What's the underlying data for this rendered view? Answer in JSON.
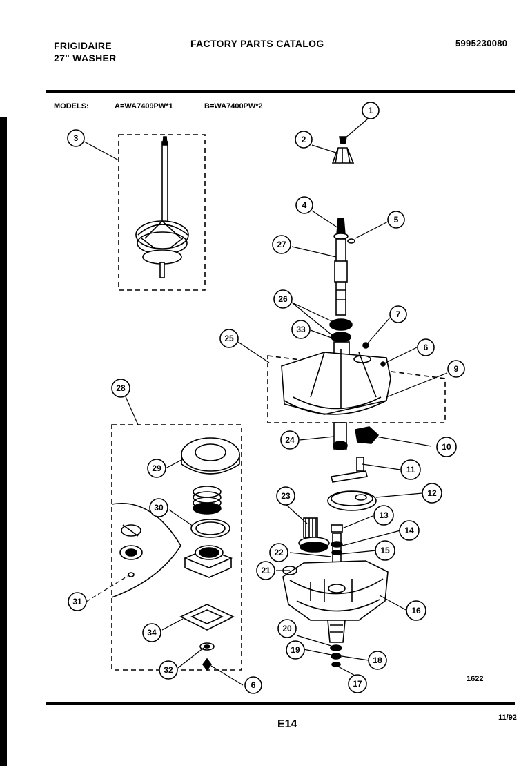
{
  "header": {
    "brand": "FRIGIDAIRE",
    "model_type": "27\" WASHER",
    "title": "FACTORY PARTS CATALOG",
    "catalog_number": "5995230080"
  },
  "models": {
    "label": "MODELS:",
    "a": "A=WA7409PW*1",
    "b": "B=WA7400PW*2"
  },
  "callouts": {
    "c1": "1",
    "c2": "2",
    "c3": "3",
    "c4": "4",
    "c5": "5",
    "c6a": "6",
    "c6b": "6",
    "c7": "7",
    "c9": "9",
    "c10": "10",
    "c11": "11",
    "c12": "12",
    "c13": "13",
    "c14": "14",
    "c15": "15",
    "c16": "16",
    "c17": "17",
    "c18": "18",
    "c19": "19",
    "c20": "20",
    "c21": "21",
    "c22": "22",
    "c23": "23",
    "c24": "24",
    "c25": "25",
    "c26": "26",
    "c27": "27",
    "c28": "28",
    "c29": "29",
    "c30": "30",
    "c31": "31",
    "c32": "32",
    "c33": "33",
    "c34": "34"
  },
  "footer": {
    "figure_number": "1622",
    "page_number": "E14",
    "date": "11/92"
  }
}
